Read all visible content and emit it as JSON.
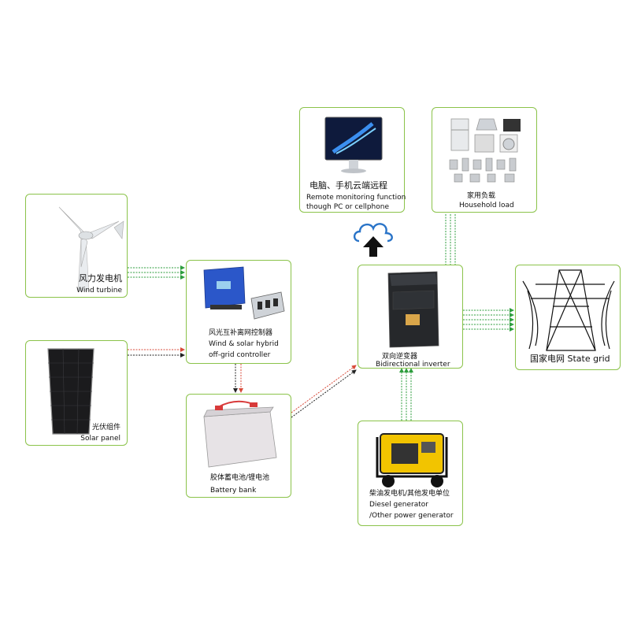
{
  "nodes": {
    "wind_turbine": {
      "zh": "风力发电机",
      "en": "Wind turbine"
    },
    "solar_panel": {
      "zh": "光伏组件",
      "en": "Solar panel"
    },
    "controller": {
      "zh": "风光互补离网控制器",
      "en1": "Wind & solar hybrid",
      "en2": "off-grid controller"
    },
    "battery": {
      "zh": "胶体蓄电池/锂电池",
      "en": "Battery bank"
    },
    "monitoring": {
      "zh": "电脑、手机云端远程",
      "en1": "Remote monitoring function",
      "en2": "though PC or cellphone"
    },
    "household": {
      "zh": "家用负载",
      "en": "Household load"
    },
    "inverter": {
      "zh": "双向逆变器",
      "en": "Bidirectional inverter"
    },
    "state_grid": {
      "zh": "国家电网",
      "en": "State grid"
    },
    "generator": {
      "zh": "柴油发电机/其他发电单位",
      "en1": "Diesel generator",
      "en2": "/Other power generator"
    }
  },
  "colors": {
    "border": "#8bc34a",
    "green_wire": "#2e9e3e",
    "red_wire": "#d84a3a",
    "black_wire": "#222222",
    "cloud": "#2a74c8"
  }
}
